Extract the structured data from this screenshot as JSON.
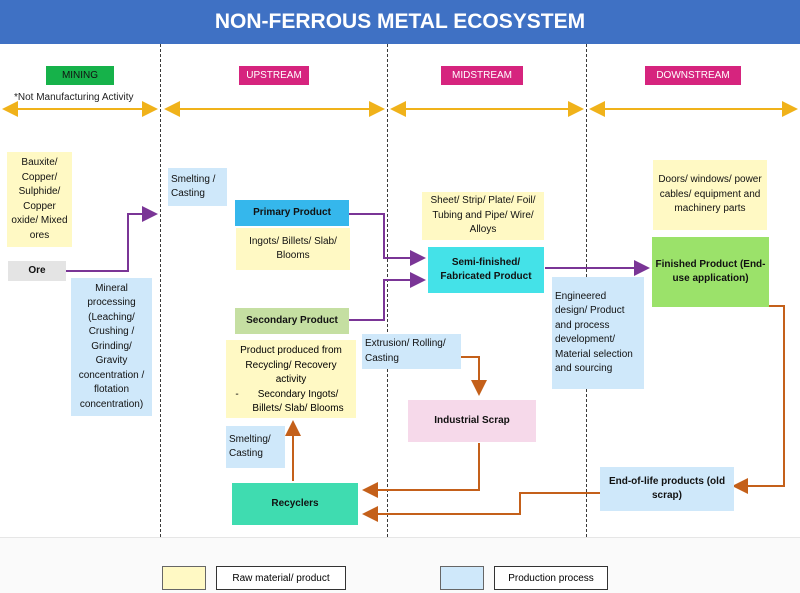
{
  "title": "NON-FERROUS METAL ECOSYSTEM",
  "stages": {
    "mining": "MINING",
    "upstream": "UPSTREAM",
    "midstream": "MIDSTREAM",
    "downstream": "DOWNSTREAM"
  },
  "mining_note": "*Not Manufacturing Activity",
  "colors": {
    "title_bar": "#3f71c4",
    "mining": "#16b24a",
    "stage_magenta": "#d6247e",
    "timeline": "#f0b21a",
    "purple_arrow": "#7a3596",
    "orange_arrow": "#c4601a",
    "raw_material": "#fff9c4",
    "production_process": "#cfe8fa"
  },
  "nodes": {
    "raw_inputs": "Bauxite/ Copper/ Sulphide/ Copper oxide/ Mixed ores",
    "ore": "Ore",
    "mineral_processing": "Mineral processing (Leaching/ Crushing / Grinding/ Gravity concentration / flotation concentration)",
    "smelting_casting_1": "Smelting / Casting",
    "primary_product": "Primary Product",
    "primary_forms": "Ingots/ Billets/ Slab/ Blooms",
    "secondary_product": "Secondary Product",
    "recycled_product_head": "Product produced from Recycling/ Recovery activity",
    "recycled_product_bullet": "Secondary Ingots/ Billets/ Slab/ Blooms",
    "smelting_casting_2": "Smelting/ Casting",
    "recyclers": "Recyclers",
    "semi_forms": "Sheet/ Strip/ Plate/ Foil/ Tubing and Pipe/ Wire/ Alloys",
    "semi_finished": "Semi-finished/ Fabricated Product",
    "extrusion": "Extrusion/ Rolling/ Casting",
    "industrial_scrap": "Industrial Scrap",
    "engineered_design": "Engineered design/ Product and process development/ Material selection and sourcing",
    "finished_examples": "Doors/ windows/ power cables/ equipment and machinery parts",
    "finished_product": "Finished Product (End-use application)",
    "end_of_life": "End-of-life products (old scrap)"
  },
  "legend": {
    "raw_material": "Raw material/ product",
    "production_process": "Production process"
  }
}
